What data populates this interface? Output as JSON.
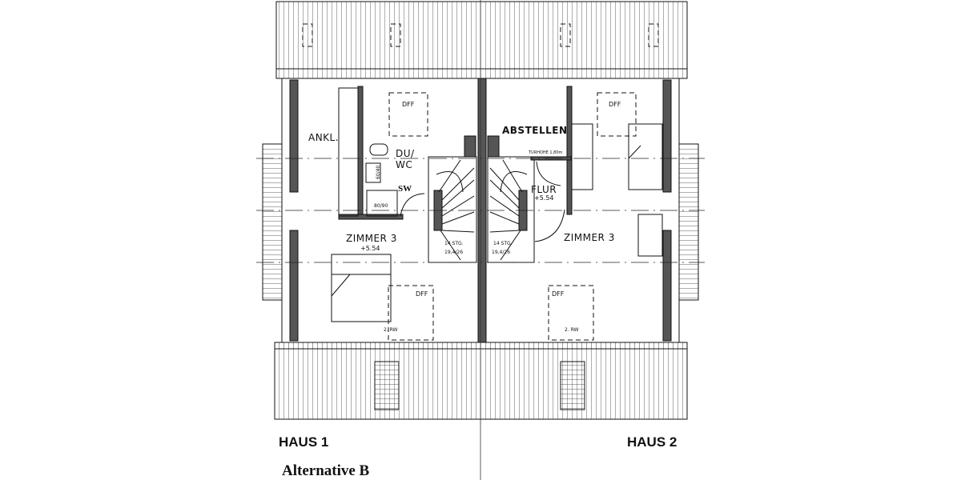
{
  "houses": [
    {
      "title": "HAUS 1",
      "rooms": {
        "ankl": "ANKL.",
        "du": "DU/",
        "wc": "WC",
        "sw": "SW",
        "shower": "80/90",
        "basin": "60/40",
        "zimmer": "ZIMMER 3",
        "level": "+5.54",
        "dff_top": "DFF",
        "dff_bottom": "DFF",
        "rw": "2. RW",
        "stairs_count": "14 STG.",
        "stairs_dim": "19,4/26"
      }
    },
    {
      "title": "HAUS 2",
      "rooms": {
        "abstellen": "ABSTELLEN",
        "door_height": "TURHOHE 1,80m",
        "flur": "FLUR",
        "level": "+5.54",
        "zimmer": "ZIMMER 3",
        "dff_top": "DFF",
        "dff_bottom": "DFF",
        "rw": "2. RW",
        "stairs_count": "14 STG.",
        "stairs_dim": "19,4/26"
      }
    }
  ],
  "caption": "Alternative B"
}
